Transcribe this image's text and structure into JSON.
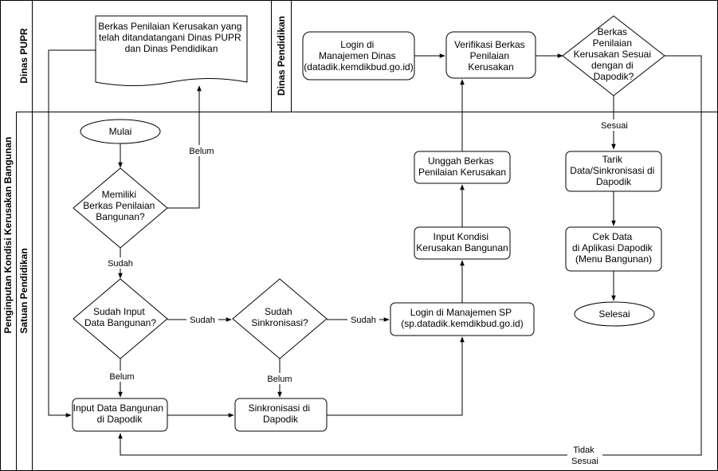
{
  "title": "Penginputan Kondisi Kerusakan Bangunan",
  "lanes": {
    "pupr": "Dinas PUPR",
    "pendidikan": "Dinas Pendidikan",
    "satuan": "Satuan Pendidikan"
  },
  "nodes": {
    "mulai": "Mulai",
    "memiliki_berkas": [
      "Memiliki",
      "Berkas Penilaian",
      "Bangunan?"
    ],
    "berkas_doc": [
      "Berkas Penilaian Kerusakan yang",
      "telah ditandatangani Dinas PUPR",
      "dan Dinas Pendidikan"
    ],
    "sudah_input": [
      "Sudah Input",
      "Data Bangunan?"
    ],
    "sudah_sinkron": [
      "Sudah",
      "Sinkronisasi?"
    ],
    "input_data": [
      "Input Data Bangunan",
      "di Dapodik"
    ],
    "sinkronisasi": [
      "Sinkronisasi di",
      "Dapodik"
    ],
    "login_sp": [
      "Login di Manajemen SP",
      "(sp.datadik.kemdikbud.go.id)"
    ],
    "input_kondisi": [
      "Input Kondisi",
      "Kerusakan Bangunan"
    ],
    "unggah": [
      "Unggah Berkas",
      "Penilaian Kerusakan"
    ],
    "login_dinas": [
      "Login di",
      "Manajemen Dinas",
      "(datadik.kemdikbud.go.id)"
    ],
    "verifikasi": [
      "Verifikasi Berkas",
      "Penilaian",
      "Kerusakan"
    ],
    "berkas_sesuai": [
      "Berkas",
      "Penilaian",
      "Kerusakan Sesuai",
      "dengan di",
      "Dapodik?"
    ],
    "tarik": [
      "Tarik",
      "Data/Sinkronisasi di",
      "Dapodik"
    ],
    "cek": [
      "Cek Data",
      "di Aplikasi Dapodik",
      "(Menu Bangunan)"
    ],
    "selesai": "Selesai"
  },
  "edge_labels": {
    "belum_berkas": "Belum",
    "sudah_berkas": "Sudah",
    "sudah_input": "Sudah",
    "belum_input": "Belum",
    "sudah_sinkron": "Sudah",
    "belum_sinkron": "Belum",
    "sesuai": "Sesuai",
    "tidak_sesuai": [
      "Tidak",
      "Sesuai"
    ]
  }
}
